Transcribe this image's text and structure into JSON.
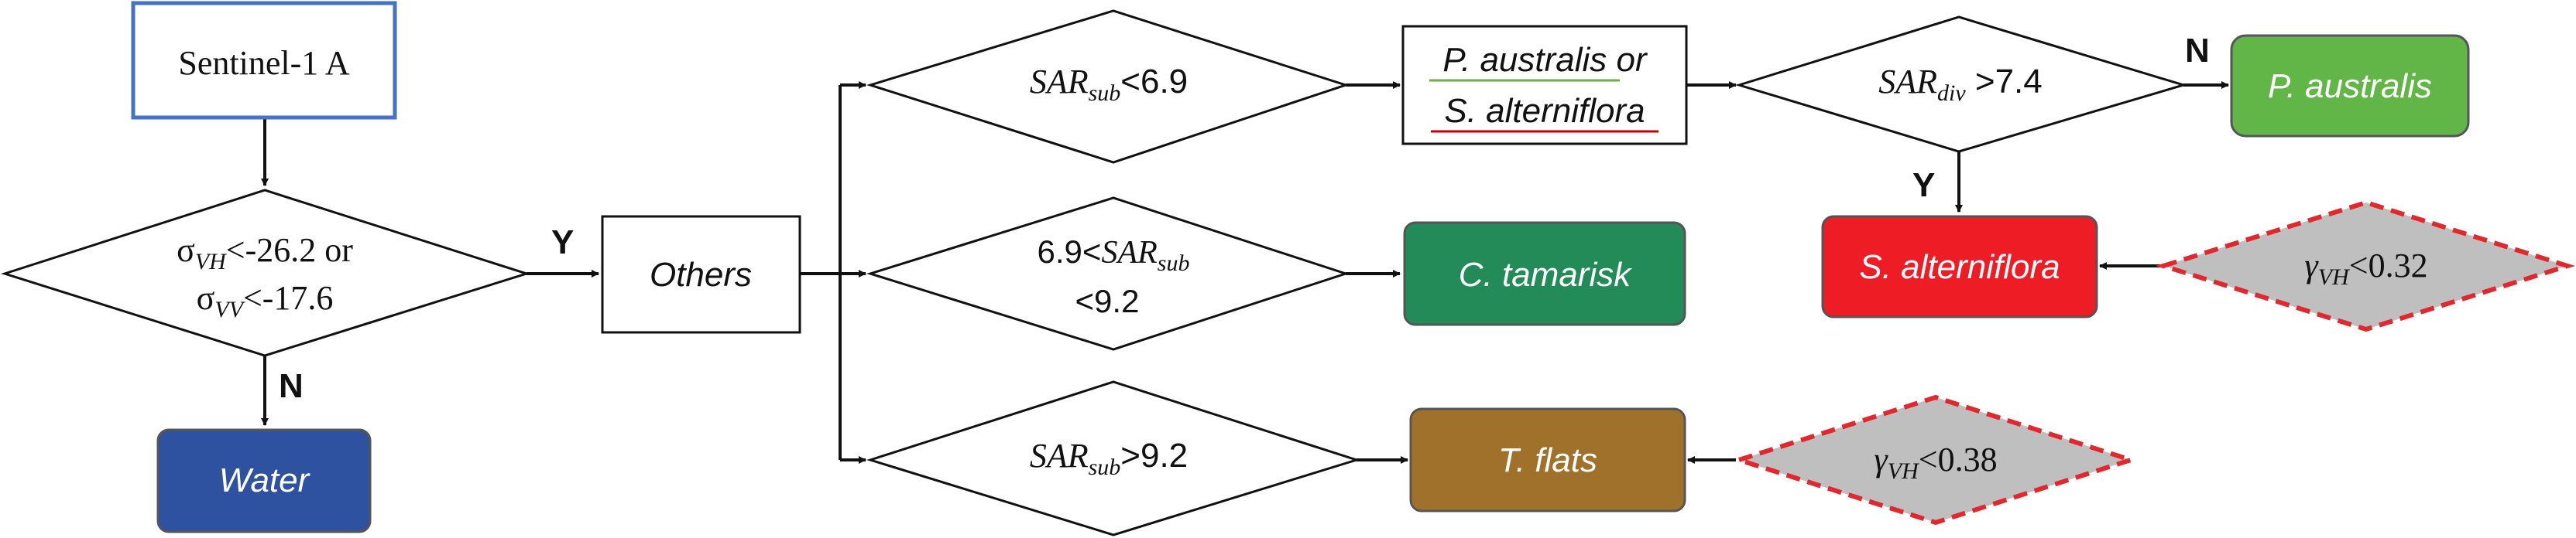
{
  "colors": {
    "sentinel_border": "#4472C4",
    "water_fill": "#2F52A0",
    "tamarisk_fill": "#228B57",
    "tflats_fill": "#A0712A",
    "paustralis_fill": "#62B547",
    "salterniflora_fill": "#EE1C25",
    "coherence_fill": "#BFBFBF",
    "coherence_border": "#E0282D",
    "underline_green": "#70AD47",
    "underline_red": "#C00000"
  },
  "nodes": {
    "sentinel": {
      "label": "Sentinel-1 A"
    },
    "threshold": {
      "line1_sigma": "σ",
      "line1_sub": "VH",
      "line1_rest": "<-26.2 or",
      "line2_sigma": "σ",
      "line2_sub": "VV",
      "line2_rest": "<-17.6"
    },
    "water": {
      "label": "Water"
    },
    "others": {
      "label": "Others"
    },
    "sar_low": {
      "main": "SAR",
      "sub": "sub",
      "rest": "<6.9"
    },
    "sar_mid": {
      "line1_pre": "6.9<",
      "main": "SAR",
      "sub": "sub",
      "line2": "<9.2"
    },
    "sar_high": {
      "main": "SAR",
      "sub": "sub",
      "rest": ">9.2"
    },
    "pa_or_sa": {
      "line1_name": "P. australis",
      "line1_conj": " or",
      "line2_name": "S. alterniflora"
    },
    "sar_div": {
      "main": "SAR",
      "sub": "div",
      "rest": " >7.4"
    },
    "p_australis": {
      "label": "P. australis"
    },
    "s_alterniflora": {
      "label": "S. alterniflora"
    },
    "c_tamarisk": {
      "label": "C. tamarisk"
    },
    "t_flats": {
      "label": "T. flats"
    },
    "gamma_032": {
      "gamma": "γ",
      "sub": "VH",
      "rest": "<0.32"
    },
    "gamma_038": {
      "gamma": "γ",
      "sub": "VH",
      "rest": "<0.38"
    }
  },
  "edge_labels": {
    "threshold_yes": "Y",
    "threshold_no": "N",
    "div_no": "N",
    "div_yes": "Y"
  }
}
